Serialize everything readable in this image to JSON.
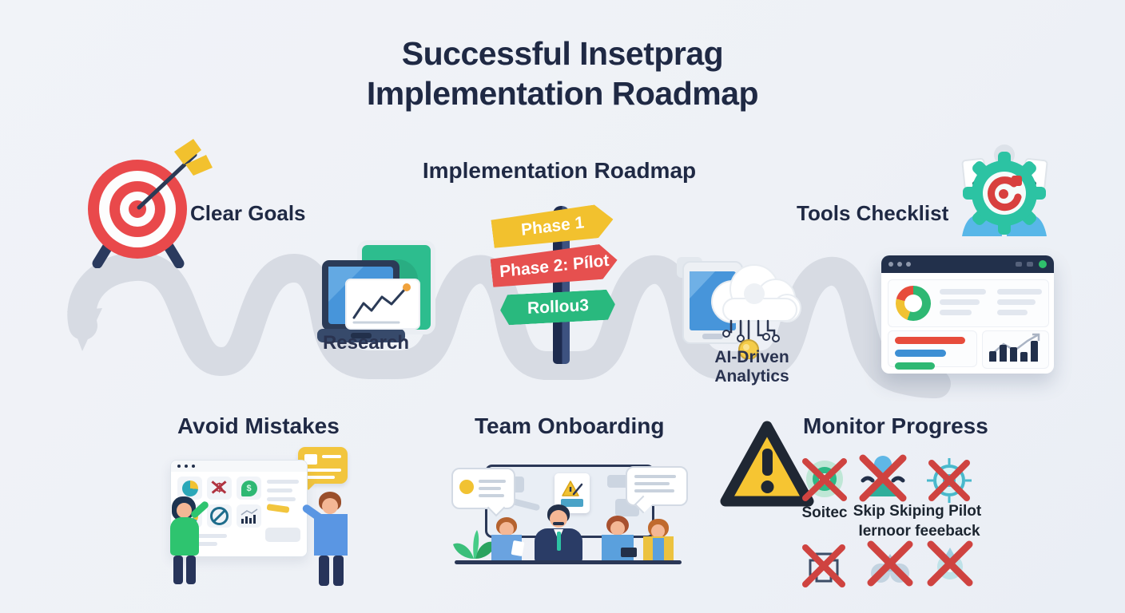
{
  "title": {
    "line1": "Successful Insetprag",
    "line2": "Implementation Roadmap"
  },
  "roadmap": {
    "subtitle": "Implementation Roadmap",
    "stops": {
      "clear_goals": "Clear Goals",
      "research": "Research",
      "tools_checklist": "Tools Checklist",
      "ai_line1": "AI-Driven",
      "ai_line2": "Analytics"
    },
    "signpost": {
      "phase1": "Phase 1",
      "phase2": "Phase 2: Pílot",
      "phase3": "Rollou3"
    }
  },
  "sections": {
    "avoid_mistakes": "Avoid Mistakes",
    "team_onboarding": "Team Onboarding",
    "monitor_progress": "Monitor Progress"
  },
  "monitor": {
    "caption1": "Soitec",
    "caption2": "Skip Skiping Pilot",
    "caption3": "Iernoor feeeback"
  },
  "icons": {
    "dollar_glyph": "$",
    "target-icon": "red-white bullseye with arrow",
    "signpost-icon": "three directional signs on pole",
    "gear-target-icon": "teal gear with red spiral center",
    "laptop-chart-icon": "laptop with line-chart card and green tablet",
    "cloud-ai-icon": "cloud with circuit lines and yellow node",
    "dashboard-icon": "analytics dashboard window",
    "warning-triangle-icon": "yellow triangle with exclamation",
    "red-x-icon": "red cross-out mark",
    "road-arrow-icon": "wavy gray road with arrowhead"
  },
  "colors": {
    "background": "#eef1f6",
    "navy": "#22304b",
    "road": "#d7dbe3",
    "red": "#e6504f",
    "yellow": "#f2c12e",
    "green_sign": "#29b97e",
    "teal": "#2cc3a3",
    "blue": "#4795da",
    "x_red": "#cf4340"
  }
}
